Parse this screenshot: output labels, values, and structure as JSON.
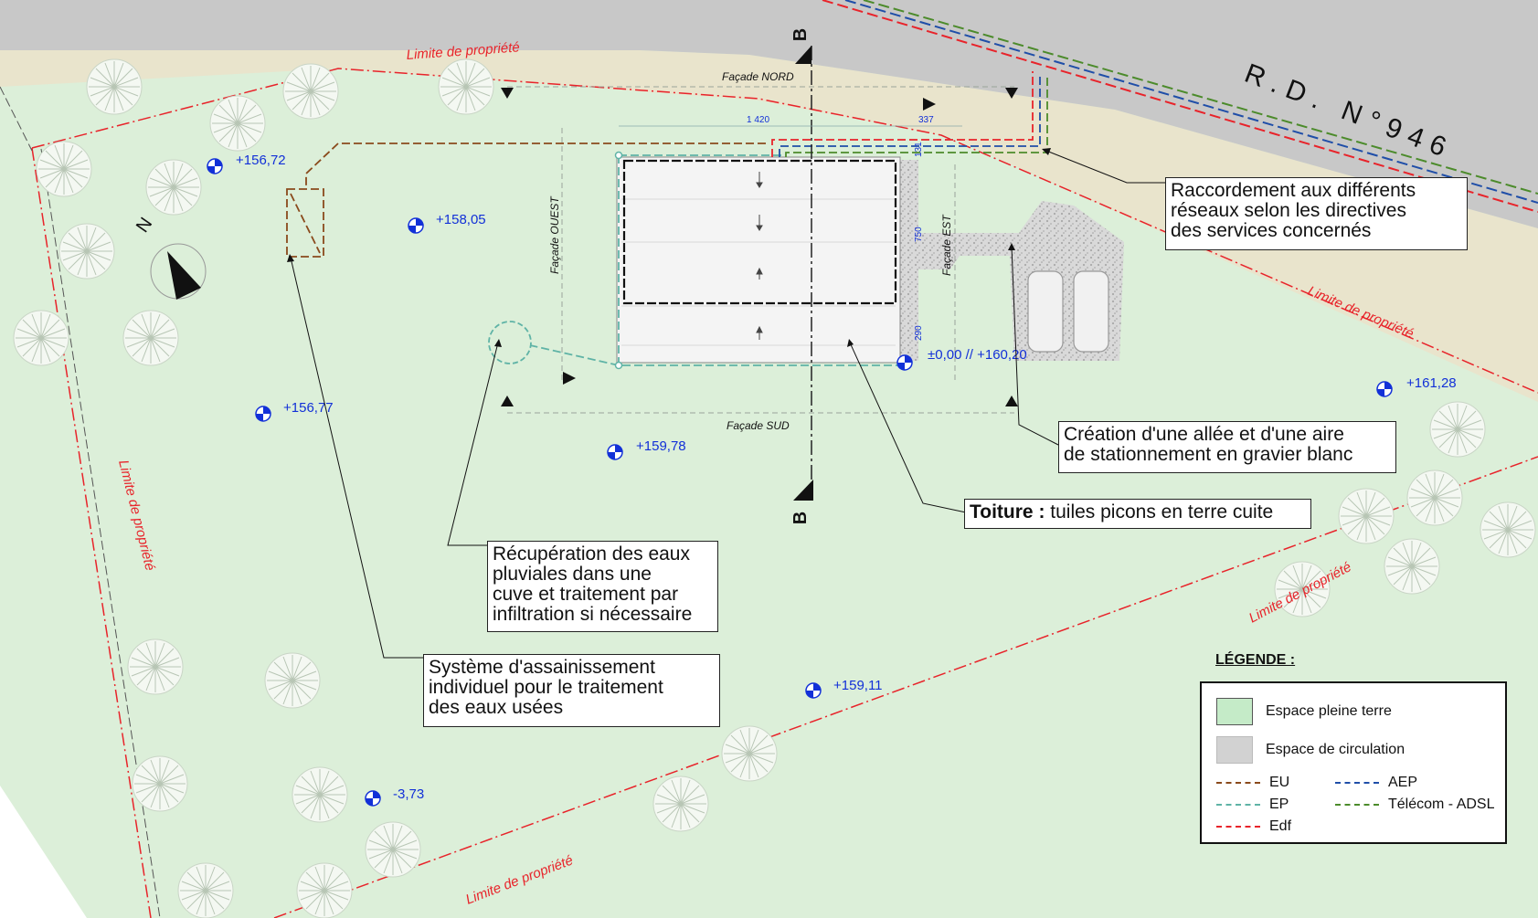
{
  "road": {
    "label": "R.D. N°946"
  },
  "property_limit_label": "Limite de propriété",
  "facades": {
    "north": "Façade NORD",
    "south": "Façade SUD",
    "west": "Façade OUEST",
    "east": "Façade EST"
  },
  "section_marker": "B",
  "north_label": "N",
  "dimensions": {
    "d1420": "1 420",
    "d337": "337",
    "d131": "131",
    "d750": "750",
    "d290": "290"
  },
  "elevations": {
    "e1": "+156,72",
    "e2": "+158,05",
    "e3": "+156,77",
    "e4": "+159,78",
    "e5": "±0,00 // +160,20",
    "e6": "+161,28",
    "e7": "+159,11",
    "e8": "-3,73"
  },
  "callouts": {
    "raccordement": [
      "Raccordement aux différents",
      "réseaux selon les directives",
      "des services concernés"
    ],
    "allee": [
      "Création d'une allée et d'une aire",
      "de stationnement en gravier blanc"
    ],
    "toiture_bold": "Toiture :",
    "toiture_rest": " tuiles picons en terre cuite",
    "recuperation": [
      "Récupération des eaux",
      "pluviales dans une",
      "cuve et traitement par",
      "infiltration si nécessaire"
    ],
    "assainissement": [
      "Système d'assainissement",
      "individuel pour le traitement",
      "des eaux usées"
    ]
  },
  "legend": {
    "title": "LÉGENDE :",
    "pleine_terre": "Espace pleine terre",
    "circulation": "Espace de circulation",
    "eu": "EU",
    "ep": "EP",
    "edf": "Edf",
    "aep": "AEP",
    "telecom": "Télécom - ADSL"
  },
  "colors": {
    "grass": "#dcefd9",
    "road": "#c8c8c8",
    "verge": "#e9e4cc",
    "limit": "#e8232a",
    "eu": "#8a4a1c",
    "ep": "#5fb3a6",
    "edf": "#e8232a",
    "aep": "#1f4ea8",
    "telecom": "#4c8b2b",
    "elevation": "#1230d8",
    "green_swatch": "#c5ebc8"
  }
}
